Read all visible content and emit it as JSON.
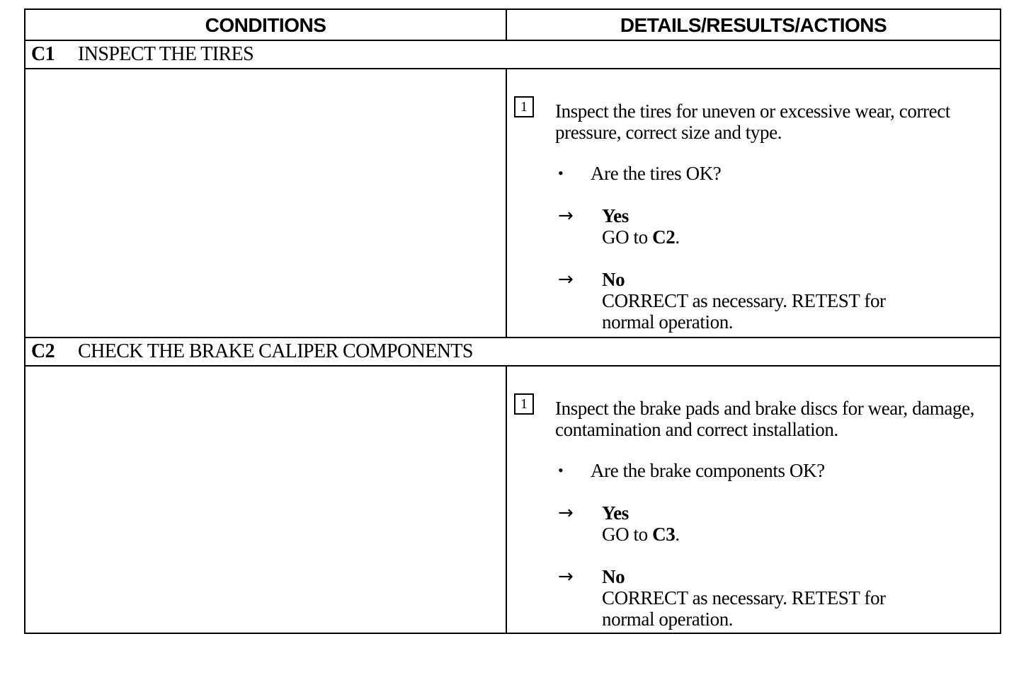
{
  "header": {
    "conditions": "CONDITIONS",
    "details": "DETAILS/RESULTS/ACTIONS"
  },
  "steps": [
    {
      "id": "C1",
      "title": "INSPECT THE TIRES",
      "box_number": "1",
      "instruction": "Inspect the tires for uneven or excessive wear, correct pressure, correct size and type.",
      "question": "Are the tires OK?",
      "yes_label": "Yes",
      "yes_action_prefix": "GO to ",
      "yes_action_target": "C2",
      "yes_action_suffix": ".",
      "no_label": "No",
      "no_action": "CORRECT as necessary. RETEST for normal operation."
    },
    {
      "id": "C2",
      "title": "CHECK THE BRAKE CALIPER COMPONENTS",
      "box_number": "1",
      "instruction": "Inspect the brake pads and brake discs for wear, damage, contamination and correct installation.",
      "question": "Are the brake components OK?",
      "yes_label": "Yes",
      "yes_action_prefix": "GO to ",
      "yes_action_target": "C3",
      "yes_action_suffix": ".",
      "no_label": "No",
      "no_action": "CORRECT as necessary. RETEST for normal operation."
    }
  ],
  "symbols": {
    "bullet": "•",
    "arrow": "→"
  }
}
